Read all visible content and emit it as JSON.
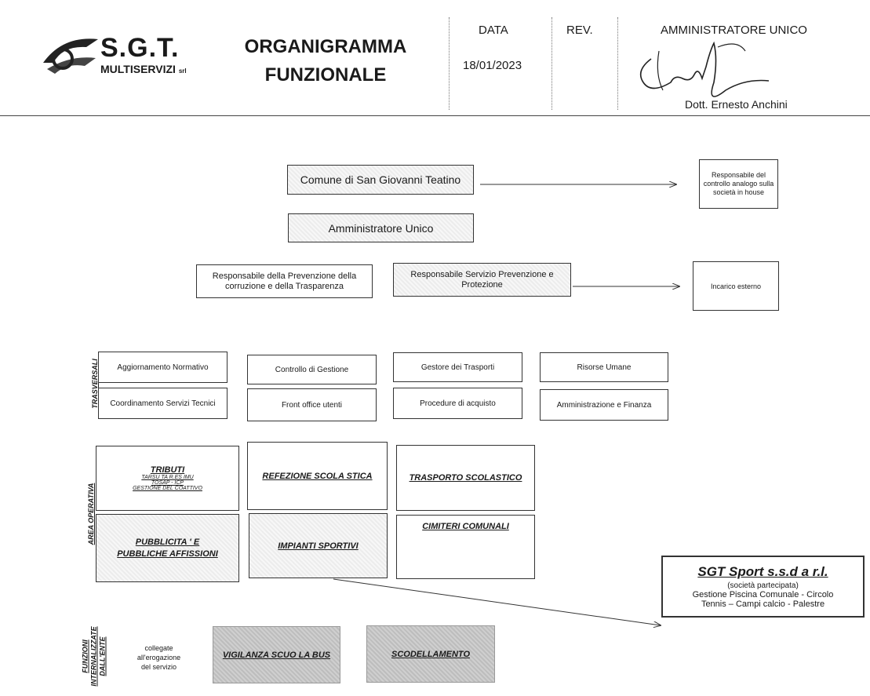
{
  "header": {
    "logo": {
      "main": "S.G.T.",
      "sub": "MULTISERVIZI",
      "suffix": "srl"
    },
    "title_line1": "ORGANIGRAMMA",
    "title_line2": "FUNZIONALE",
    "date_label": "DATA",
    "date_value": "18/01/2023",
    "rev_label": "REV.",
    "admin_label": "AMMINISTRATORE UNICO",
    "admin_name": "Dott. Ernesto Anchini"
  },
  "top": {
    "comune": "Comune  di San Giovanni Teatino",
    "controllo": "Responsabile del controllo analogo sulla società in house",
    "amministratore": "Amministratore Unico",
    "rpct": "Responsabile della Prevenzione della corruzione e della Trasparenza",
    "rspp": "Responsabile Servizio Prevenzione e Protezione",
    "incarico": "Incarico esterno"
  },
  "trasversali": {
    "label": "TRASVERSALI",
    "items": [
      "Aggiornamento Normativo",
      "Controllo di Gestione",
      "Gestore dei Trasporti",
      "Risorse Umane",
      "Coordinamento Servizi Tecnici",
      "Front office utenti",
      "Procedure di acquisto",
      "Amministrazione e Finanza"
    ]
  },
  "operativa": {
    "label": "AREA OPERATIVA",
    "tributi_title": "TRIBUTI",
    "tributi_l1": "TARSU   TA R.ES  IMU",
    "tributi_l2": "TOSAP -  ICP",
    "tributi_l3": "GESTIONE DEL COATTIVO",
    "refezione": "REFEZIONE  SCOLA STICA",
    "trasporto": "TRASPORTO  SCOLASTICO",
    "pubblicita": "PUBBLICITA ' E PUBBLICHE AFFISSIONI",
    "impianti": "IMPIANTI SPORTIVI",
    "cimiteri": "CIMITERI COMUNALI"
  },
  "sgt_sport": {
    "title": "SGT Sport  s.s.d a r.l.",
    "subtitle": "(società partecipata)",
    "line1": "Gestione Piscina Comunale - Circolo",
    "line2": "Tennis – Campi calcio - Palestre"
  },
  "esternalizzate": {
    "label_l1": "FUNZIONI",
    "label_l2": "INTERNALIZZATE",
    "label_l3": "DALL'ENTE",
    "note_l1": "collegate",
    "note_l2": "all'erogazione",
    "note_l3": "del servizio",
    "vigilanza": "VIGILANZA SCUO LA BUS",
    "scodellamento": "SCODELLAMENTO"
  },
  "colors": {
    "border": "#333333",
    "shade": "#ececec",
    "dark_shade": "#c4c4c4",
    "text": "#1a1a1a"
  }
}
